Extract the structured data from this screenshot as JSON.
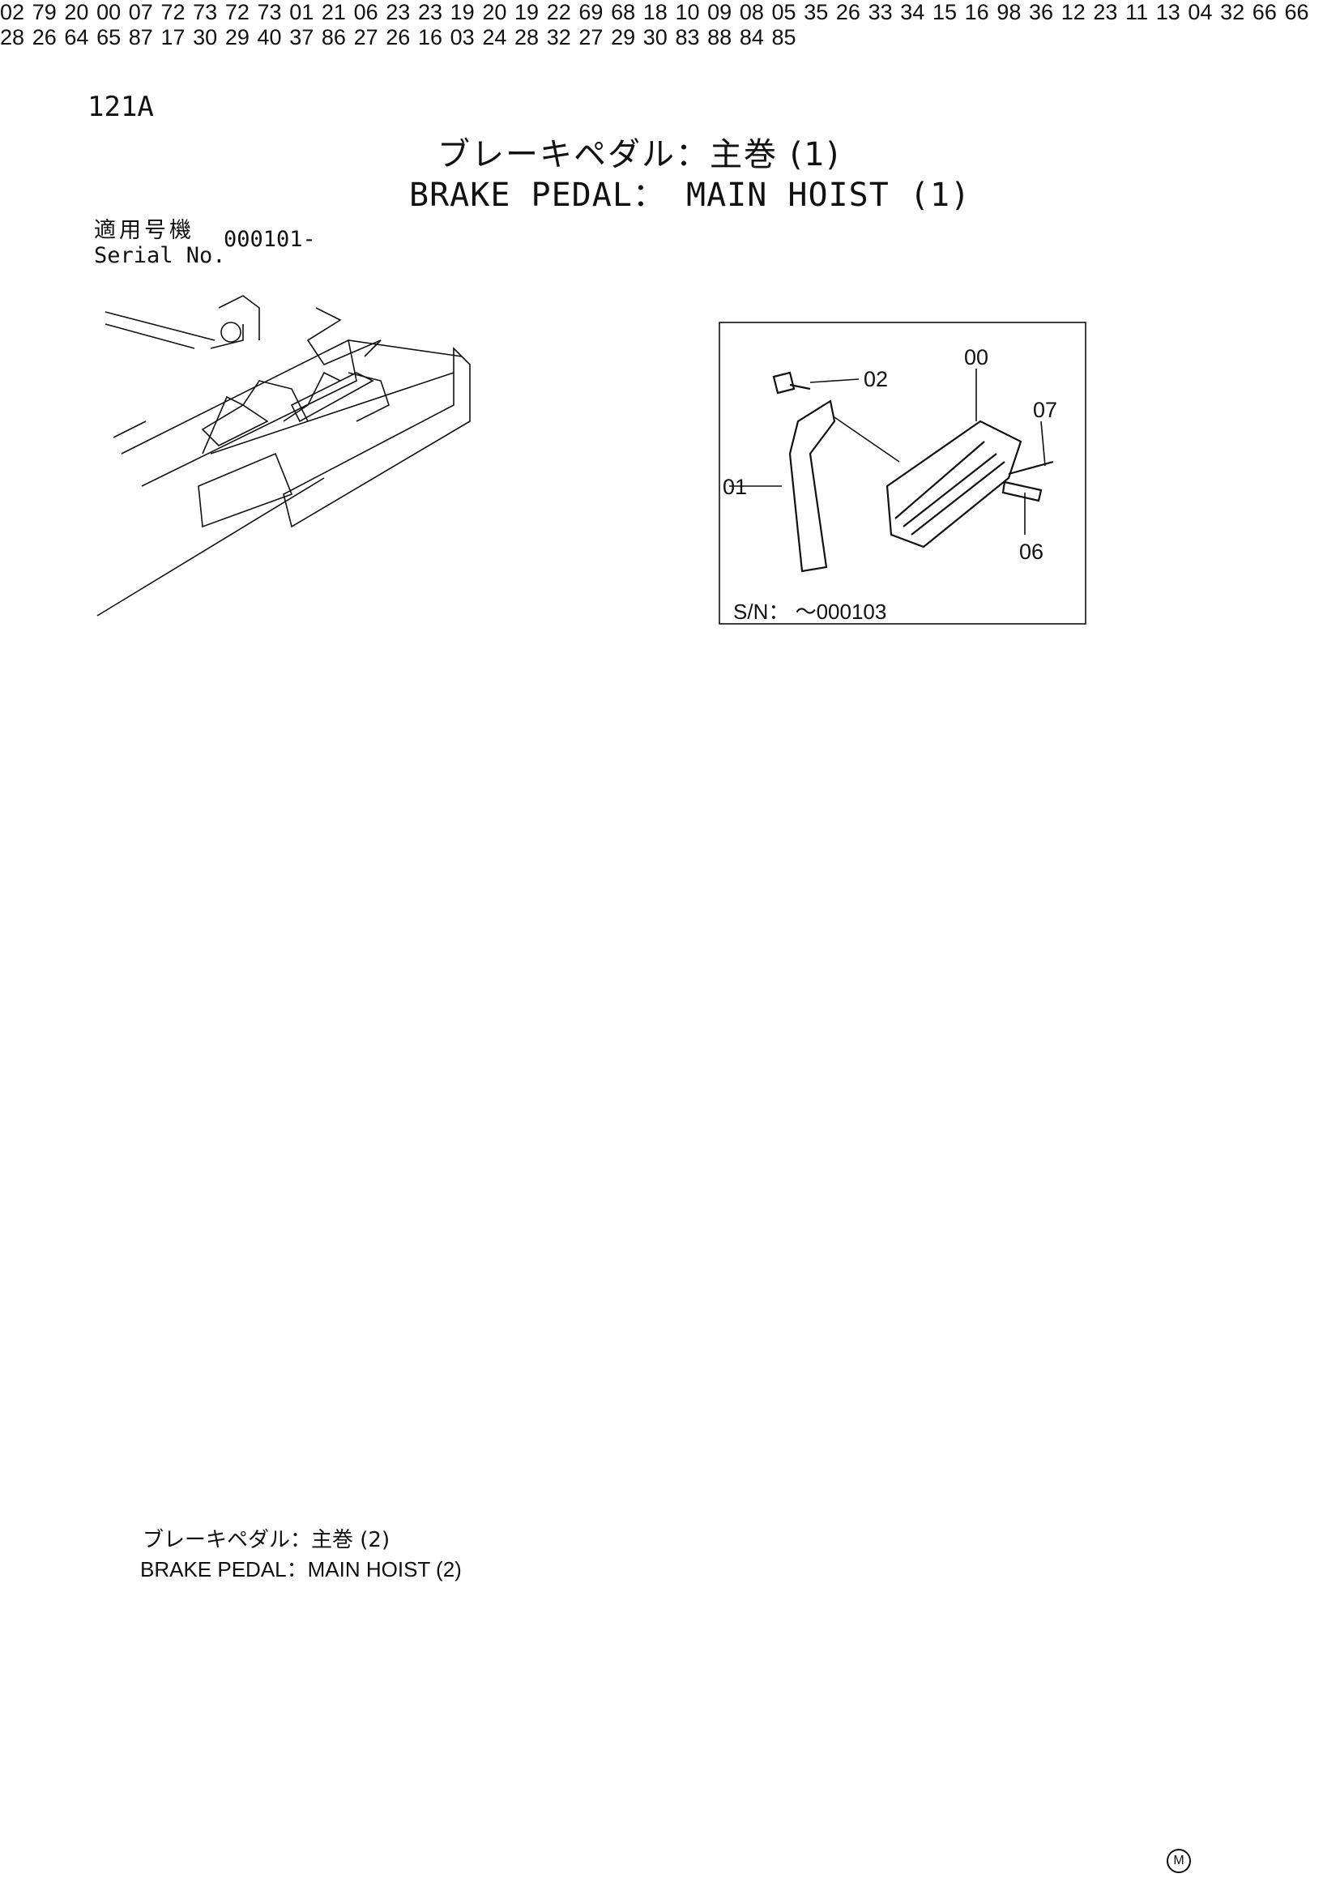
{
  "page_code": "121A",
  "title_jp": "ブレーキペダル：主巻 (1)",
  "title_en": "BRAKE PEDAL： MAIN HOIST (1)",
  "serial": {
    "label_jp": "適用号機",
    "label_en": "Serial No.",
    "value": "000101-"
  },
  "inset": {
    "serial_note": "S/N： ～000103",
    "parts": [
      "02",
      "00",
      "07",
      "01",
      "06"
    ]
  },
  "reference": {
    "label_jp": "ブレーキペダル：主巻 (2)",
    "label_en": "BRAKE PEDAL：MAIN HOIST (2)"
  },
  "parts": [
    "02",
    "79",
    "20",
    "00",
    "07",
    "72",
    "73",
    "72",
    "73",
    "01",
    "21",
    "06",
    "23",
    "23",
    "19",
    "20",
    "19",
    "22",
    "69",
    "68",
    "18",
    "10",
    "09",
    "08",
    "05",
    "35",
    "26",
    "33",
    "34",
    "15",
    "16",
    "98",
    "36",
    "12",
    "23",
    "11",
    "13",
    "04",
    "32",
    "66",
    "66",
    "28",
    "26",
    "64",
    "65",
    "87",
    "17",
    "30",
    "29",
    "40",
    "37",
    "86",
    "27",
    "26",
    "16",
    "03",
    "24",
    "28",
    "32",
    "27",
    "29",
    "30",
    "83",
    "88",
    "84",
    "85"
  ],
  "mark": "M"
}
